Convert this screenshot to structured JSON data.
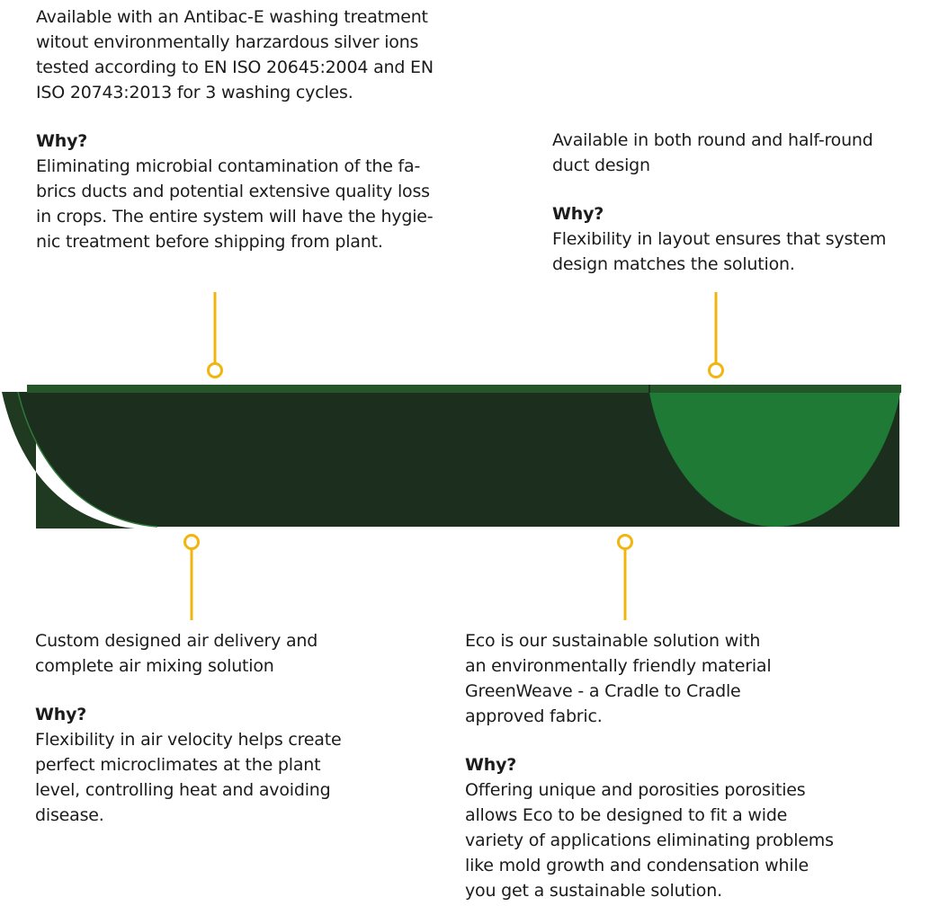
{
  "colors": {
    "accent_yellow": "#f2b50f",
    "duct_dark": "#1c2e1d",
    "duct_top": "#24562a",
    "duct_green": "#1f7a35",
    "text": "#1b1b1b"
  },
  "callouts": {
    "antibac": {
      "text": "Available with an Antibac-E washing treatment\nwitout environmentally harzardous silver ions\ntested according to EN ISO 20645:2004 and EN\nISO 20743:2013 for 3 washing cycles.",
      "why_label": "Why?",
      "why_text": "Eliminating microbial contamination of the fa-\nbrics ducts and potential extensive quality loss\nin crops. The entire system will have the hygie-\nnic treatment before shipping from plant."
    },
    "round": {
      "text": "Available in both round and half-round\nduct design",
      "why_label": "Why?",
      "why_text": "Flexibility in layout ensures that system\ndesign matches the solution."
    },
    "air": {
      "text": "Custom designed air delivery and\ncomplete air mixing solution",
      "why_label": "Why?",
      "why_text": "Flexibility in air velocity helps create\nperfect microclimates at the plant\nlevel, controlling heat and avoiding\ndisease."
    },
    "eco": {
      "text": "Eco is our sustainable solution with\nan environmentally friendly material\nGreenWeave - a Cradle to Cradle\napproved fabric.",
      "why_label": "Why?",
      "why_text": "Offering unique and porosities porosities\nallows Eco to be designed to fit a wide\nvariety of applications eliminating problems\nlike mold growth and condensation while\nyou get a sustainable solution."
    }
  }
}
